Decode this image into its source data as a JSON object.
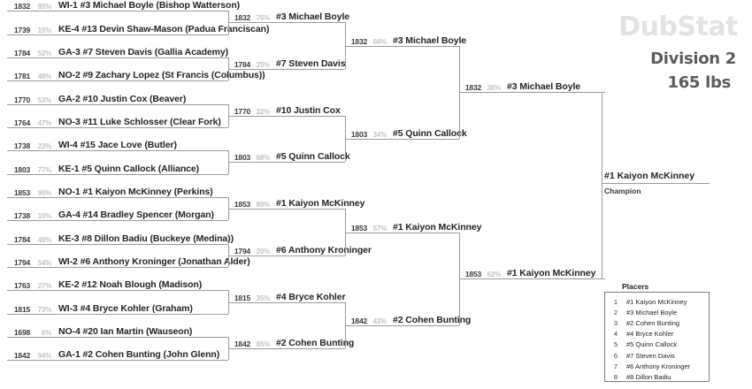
{
  "header": {
    "logo": "DubStat",
    "division": "Division 2",
    "weight": "165 lbs"
  },
  "champion": {
    "name": "#1 Kaiyon McKinney",
    "label": "Champion"
  },
  "placers": {
    "title": "Placers",
    "rows": [
      {
        "place": "1",
        "name": "#1 Kaiyon McKinney"
      },
      {
        "place": "2",
        "name": "#3 Michael Boyle"
      },
      {
        "place": "3",
        "name": "#2 Cohen Bunting"
      },
      {
        "place": "4",
        "name": "#4 Bryce Kohler"
      },
      {
        "place": "5",
        "name": "#5 Quinn Callock"
      },
      {
        "place": "6",
        "name": "#7 Steven Davis"
      },
      {
        "place": "7",
        "name": "#6 Anthony Kroninger"
      },
      {
        "place": "8",
        "name": "#8 Dillon Badiu"
      }
    ]
  },
  "rounds": {
    "round1": [
      {
        "rating": "1832",
        "pct": "85%",
        "name": "WI-1 #3 Michael Boyle (Bishop Watterson)"
      },
      {
        "rating": "1739",
        "pct": "15%",
        "name": "KE-4 #13 Devin Shaw-Mason (Padua Franciscan)"
      },
      {
        "rating": "1784",
        "pct": "52%",
        "name": "GA-3 #7 Steven Davis (Gallia Academy)"
      },
      {
        "rating": "1781",
        "pct": "48%",
        "name": "NO-2 #9 Zachary Lopez (St Francis (Columbus))"
      },
      {
        "rating": "1770",
        "pct": "53%",
        "name": "GA-2 #10 Justin Cox (Beaver)"
      },
      {
        "rating": "1764",
        "pct": "47%",
        "name": "NO-3 #11 Luke Schlosser (Clear Fork)"
      },
      {
        "rating": "1738",
        "pct": "23%",
        "name": "WI-4 #15 Jace Love (Butler)"
      },
      {
        "rating": "1803",
        "pct": "77%",
        "name": "KE-1 #5 Quinn Callock (Alliance)"
      },
      {
        "rating": "1853",
        "pct": "90%",
        "name": "NO-1 #1 Kaiyon McKinney (Perkins)"
      },
      {
        "rating": "1738",
        "pct": "10%",
        "name": "GA-4 #14 Bradley Spencer (Morgan)"
      },
      {
        "rating": "1784",
        "pct": "46%",
        "name": "KE-3 #8 Dillon Badiu (Buckeye (Medina))"
      },
      {
        "rating": "1794",
        "pct": "54%",
        "name": "WI-2 #6 Anthony Kroninger (Jonathan Alder)"
      },
      {
        "rating": "1763",
        "pct": "27%",
        "name": "KE-2 #12 Noah Blough (Madison)"
      },
      {
        "rating": "1815",
        "pct": "73%",
        "name": "WI-3 #4 Bryce Kohler (Graham)"
      },
      {
        "rating": "1698",
        "pct": "6%",
        "name": "NO-4 #20 Ian Martin (Wauseon)"
      },
      {
        "rating": "1842",
        "pct": "94%",
        "name": "GA-1 #2 Cohen Bunting (John Glenn)"
      }
    ],
    "round2": [
      {
        "rating": "1832",
        "pct": "75%",
        "name": "#3 Michael Boyle"
      },
      {
        "rating": "1784",
        "pct": "25%",
        "name": "#7 Steven Davis"
      },
      {
        "rating": "1770",
        "pct": "32%",
        "name": "#10 Justin Cox"
      },
      {
        "rating": "1803",
        "pct": "68%",
        "name": "#5 Quinn Callock"
      },
      {
        "rating": "1853",
        "pct": "80%",
        "name": "#1 Kaiyon McKinney"
      },
      {
        "rating": "1794",
        "pct": "20%",
        "name": "#6 Anthony Kroninger"
      },
      {
        "rating": "1815",
        "pct": "35%",
        "name": "#4 Bryce Kohler"
      },
      {
        "rating": "1842",
        "pct": "65%",
        "name": "#2 Cohen Bunting"
      }
    ],
    "round3": [
      {
        "rating": "1832",
        "pct": "66%",
        "name": "#3 Michael Boyle"
      },
      {
        "rating": "1803",
        "pct": "34%",
        "name": "#5 Quinn Callock"
      },
      {
        "rating": "1853",
        "pct": "57%",
        "name": "#1 Kaiyon McKinney"
      },
      {
        "rating": "1842",
        "pct": "43%",
        "name": "#2 Cohen Bunting"
      }
    ],
    "round4": [
      {
        "rating": "1832",
        "pct": "38%",
        "name": "#3 Michael Boyle"
      },
      {
        "rating": "1853",
        "pct": "62%",
        "name": "#1 Kaiyon McKinney"
      }
    ]
  }
}
